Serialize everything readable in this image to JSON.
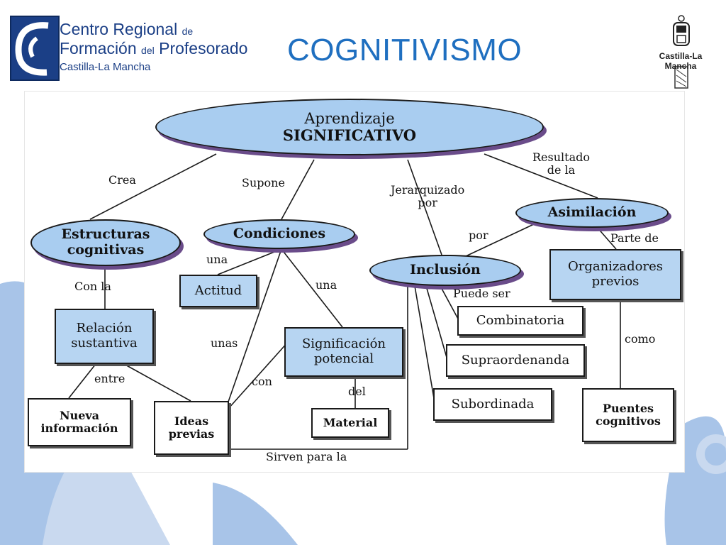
{
  "header": {
    "logo": {
      "line1_main": "Centro Regional",
      "line1_small": "de",
      "line2_main": "Formación",
      "line2_small": "del",
      "line2_end": "Profesorado",
      "line3": "Castilla-La Mancha"
    },
    "title": "COGNITIVISMO",
    "right_logo_text": "Castilla-La Mancha"
  },
  "diagram": {
    "nodes": {
      "aprendizaje_line1": "Aprendizaje",
      "aprendizaje_line2": "SIGNIFICATIVO",
      "estructuras_line1": "Estructuras",
      "estructuras_line2": "cognitivas",
      "condiciones": "Condiciones",
      "inclusion": "Inclusión",
      "asimilacion": "Asimilación",
      "relacion_line1": "Relación",
      "relacion_line2": "sustantiva",
      "actitud": "Actitud",
      "significacion_line1": "Significación",
      "significacion_line2": "potencial",
      "organizadores_line1": "Organizadores",
      "organizadores_line2": "previos",
      "combinatoria": "Combinatoria",
      "supraordenanda": "Supraordenanda",
      "subordinada": "Subordinada",
      "nueva_line1": "Nueva",
      "nueva_line2": "información",
      "ideas_line1": "Ideas",
      "ideas_line2": "previas",
      "material": "Material",
      "puentes_line1": "Puentes",
      "puentes_line2": "cognitivos"
    },
    "links": {
      "crea": "Crea",
      "supone": "Supone",
      "jerarquizado_line1": "Jerarquizado",
      "jerarquizado_line2": "por",
      "resultado_line1": "Resultado",
      "resultado_line2": "de la",
      "por": "por",
      "parte_de": "Parte de",
      "con_la": "Con la",
      "una_1": "una",
      "una_2": "una",
      "unas": "unas",
      "con": "con",
      "del": "del",
      "entre": "entre",
      "puede_ser": "Puede ser",
      "como": "como",
      "sirven_para_la": "Sirven para la"
    }
  },
  "colors": {
    "title": "#1f6fc0",
    "ellipse_fill": "#a9cdf0",
    "box_fill": "#b7d5f2",
    "shadow": "#6a4c8a",
    "decor": "#a8c4e8"
  }
}
